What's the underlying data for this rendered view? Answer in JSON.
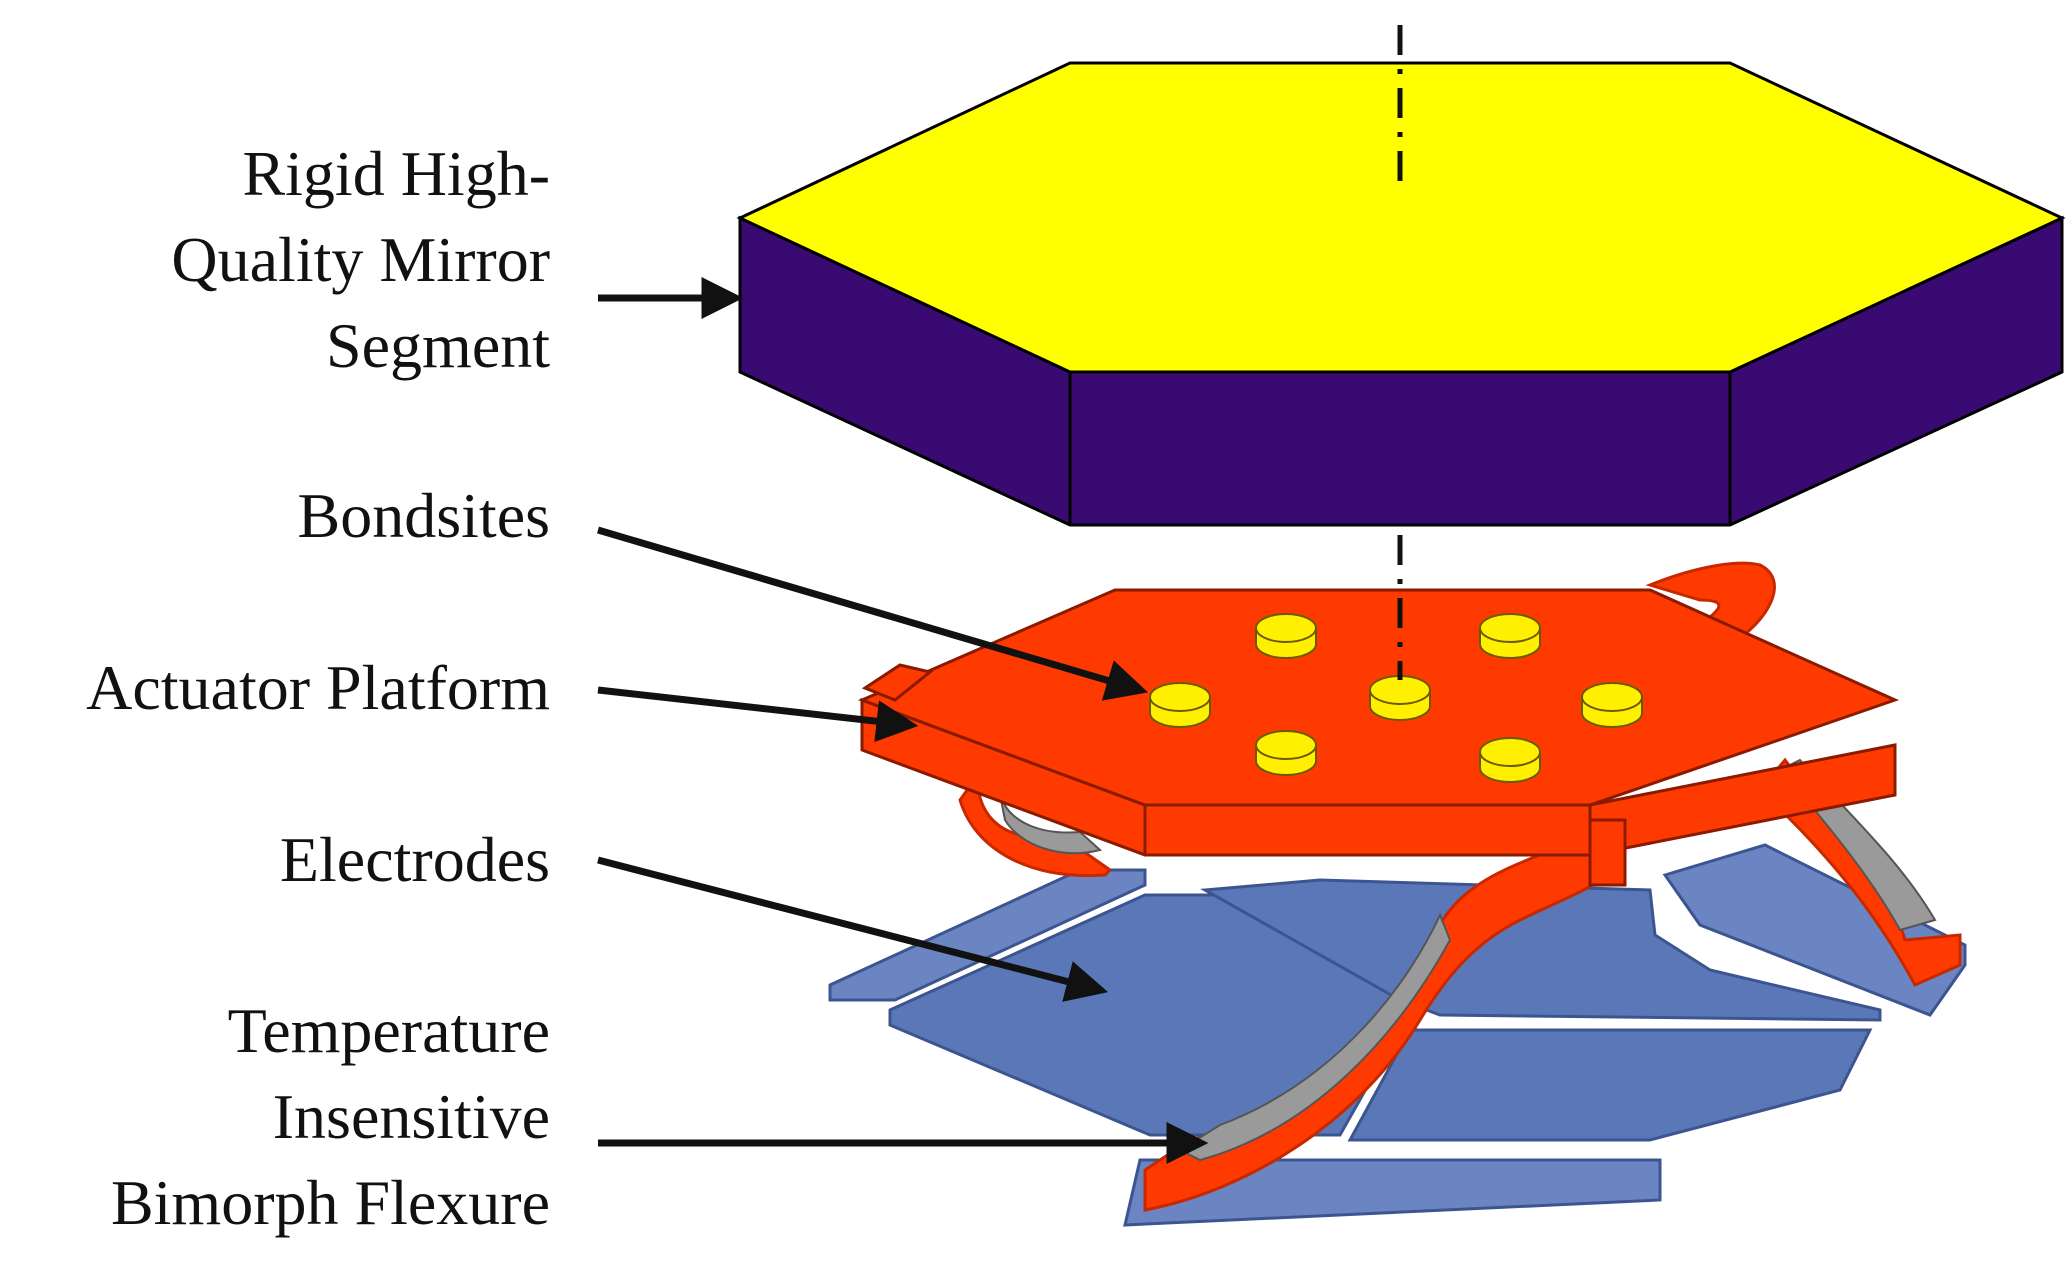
{
  "labels": {
    "mirror": [
      "Rigid High-",
      "Quality Mirror",
      "Segment"
    ],
    "bondsites": "Bondsites",
    "platform": "Actuator Platform",
    "electrodes": "Electrodes",
    "flexure": [
      "Temperature",
      "Insensitive",
      "Bimorph Flexure"
    ]
  },
  "colors": {
    "mirror_top": "#ffff00",
    "mirror_side": "#3a0a73",
    "platform": "#ff3a00",
    "platform_edge": "#c82800",
    "bondsite": "#ffef00",
    "electrode": "#5a78b8",
    "electrode_edge": "#3c5590",
    "flexure_metal": "#9a9a9a",
    "arrow": "#111111"
  }
}
